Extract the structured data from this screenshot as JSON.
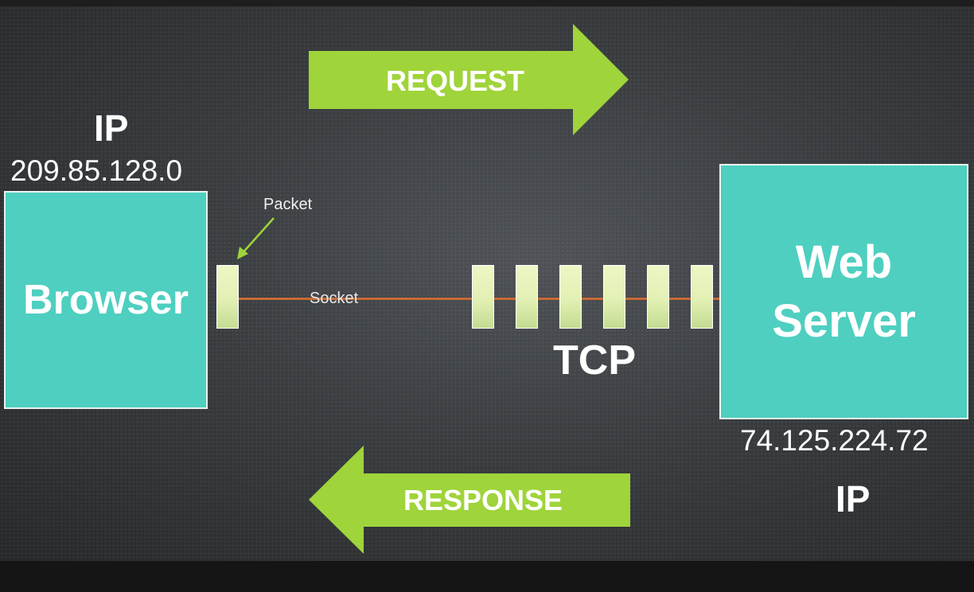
{
  "browser": {
    "label": "Browser",
    "ip_title": "IP",
    "ip_address": "209.85.128.0"
  },
  "server": {
    "label_line1": "Web",
    "label_line2": "Server",
    "ip_title": "IP",
    "ip_address": "74.125.224.72"
  },
  "request": {
    "label": "REQUEST"
  },
  "response": {
    "label": "RESPONSE"
  },
  "packet": {
    "label": "Packet"
  },
  "socket": {
    "label": "Socket"
  },
  "tcp": {
    "label": "TCP"
  },
  "colors": {
    "box": "#4ecfc0",
    "arrow": "#9fd43a",
    "socket_line": "#c86a35",
    "packet": "#e2f0b4"
  }
}
